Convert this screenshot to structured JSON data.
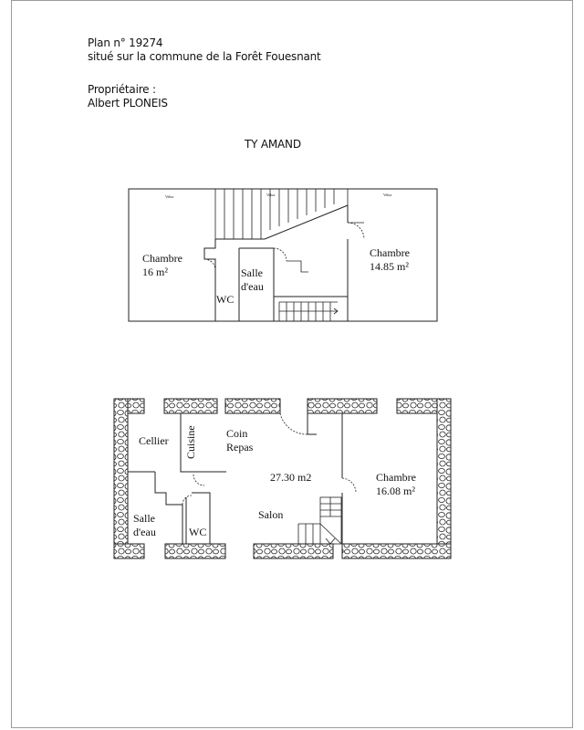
{
  "header": {
    "plan_number": "Plan n° 19274",
    "location": "situé sur la commune de la Forêt Fouesnant",
    "owner_label": "Propriétaire :",
    "owner_name": "Albert PLONEIS",
    "house_name": "TY AMAND"
  },
  "upper_floor": {
    "volux_labels": [
      "Velux",
      "Velux",
      "Velux"
    ],
    "bedroom_left_name": "Chambre",
    "bedroom_left_area": "16 m²",
    "bathroom_line1": "Salle",
    "bathroom_line2": "d'eau",
    "wc": "WC",
    "bedroom_right_name": "Chambre",
    "bedroom_right_area": "14.85 m²"
  },
  "ground_floor": {
    "cellier": "Cellier",
    "cuisine": "Cuisine",
    "coin_line1": "Coin",
    "coin_line2": "Repas",
    "living_area": "27.30 m2",
    "salon": "Salon",
    "bathroom_line1": "Salle",
    "bathroom_line2": "d'eau",
    "wc": "WC",
    "bedroom_name": "Chambre",
    "bedroom_area": "16.08 m²"
  },
  "colors": {
    "line": "#222222",
    "page_border": "#9a9a9a"
  }
}
